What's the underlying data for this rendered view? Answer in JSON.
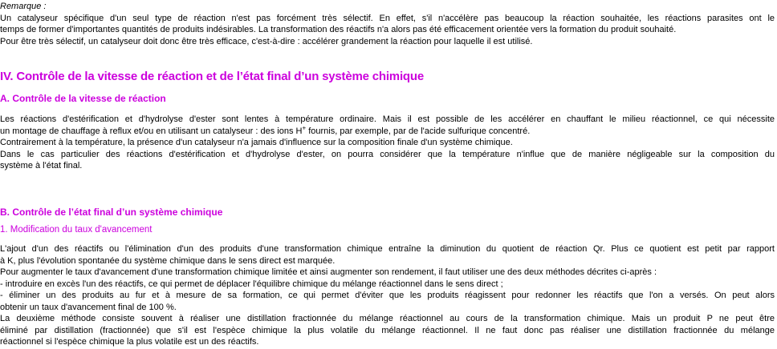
{
  "remarque": {
    "label": "Remarque :",
    "lines": [
      "Un catalyseur spécifique d'un seul type de réaction n'est pas forcément très sélectif. En effet, s'il n'accélère pas beaucoup la réaction souhaitée, les réactions parasites ont le",
      "temps de former d'importantes quantités de produits indésirables. La transformation des réactifs n'a alors pas été efficacement orientée vers la formation du produit souhaité.",
      "Pour être très sélectif, un catalyseur doit donc être très efficace, c'est-à-dire : accélérer grandement la réaction pour laquelle il est utilisé."
    ]
  },
  "section_iv": {
    "title": "IV. Contrôle de la vitesse de réaction et de l’état final d’un système chimique"
  },
  "section_a": {
    "title": "A. Contrôle de la vitesse de réaction",
    "line1": "Les réactions d'estérification et d'hydrolyse d'ester sont lentes à température ordinaire. Mais il est possible de les accélérer en chauffant le milieu réactionnel, ce qui nécessite",
    "line2_before": "un montage de chauffage à reflux et/ou en utilisant un catalyseur : des ions H",
    "line2_sup": "+",
    "line2_after": " fournis, par exemple, par de l'acide sulfurique concentré.",
    "line3": "Contrairement à la température, la présence d'un catalyseur n'a jamais d'influence sur la composition finale d'un système chimique.",
    "line4": "Dans le cas particulier des réactions d'estérification et d'hydrolyse d'ester, on pourra considérer que la température n'influe que de manière négligeable sur la composition du",
    "line5": "système à l'état final."
  },
  "section_b": {
    "title": "B. Contrôle de l’état final d’un système chimique",
    "subtitle": "1. Modification du taux d'avancement",
    "lines": [
      "L'ajout d'un des réactifs ou l'élimination d'un des produits d'une transformation chimique entraîne la diminution du quotient de réaction Qr. Plus ce quotient est petit par rapport",
      "à K, plus l'évolution spontanée du système chimique dans le sens direct est marquée.",
      "Pour augmenter le taux d'avancement d'une transformation chimique limitée et ainsi augmenter son rendement, il faut utiliser une des deux méthodes décrites ci-après :",
      "- introduire en excès l'un des réactifs, ce qui permet de déplacer l'équilibre chimique du mélange réactionnel dans le sens direct ;",
      "- éliminer un des produits au fur et à mesure de sa formation, ce qui permet d'éviter que les produits réagissent pour redonner les réactifs que l'on a versés. On peut alors",
      "obtenir un taux d'avancement final de 100 %.",
      "La deuxième méthode consiste souvent à réaliser une distillation fractionnée du mélange réactionnel au cours de la transformation chimique. Mais un produit P ne peut être",
      "éliminé par distillation (fractionnée) que s'il est l'espèce chimique la plus volatile du mélange réactionnel. Il ne faut donc pas réaliser une distillation fractionnée du mélange",
      "réactionnel si l'espèce chimique la plus volatile est un des réactifs."
    ]
  },
  "colors": {
    "heading": "#cc00dd",
    "text": "#000000"
  }
}
